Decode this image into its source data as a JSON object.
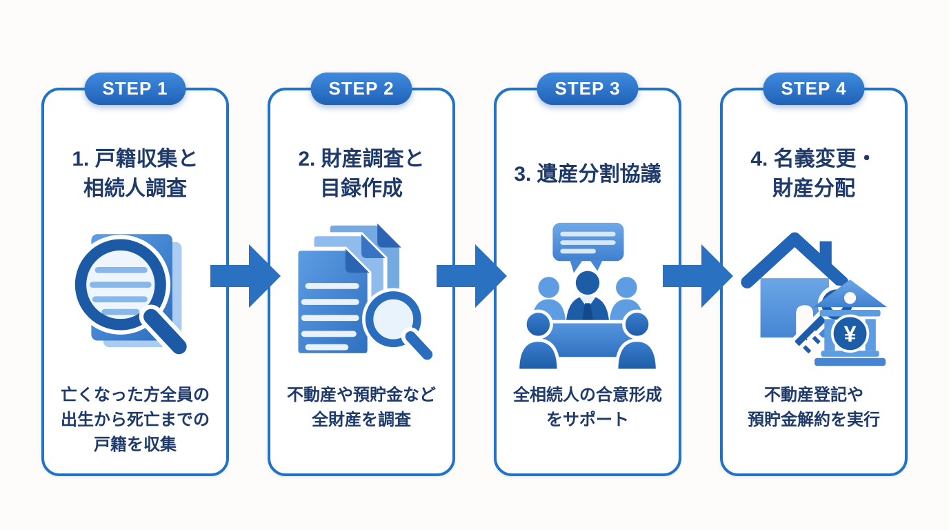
{
  "page": {
    "background_color": "#fdfcfa",
    "accent_color": "#2273c8",
    "text_color": "#1e3a6b",
    "arrow_color": "#2b71c2",
    "arrow_icon": "right-arrow-icon"
  },
  "steps": [
    {
      "badge": "STEP 1",
      "title": "1. 戸籍収集と\n相続人調査",
      "description": "亡くなった方全員の\n出生から死亡までの\n戸籍を収集",
      "icon": "document-magnifier-icon"
    },
    {
      "badge": "STEP 2",
      "title": "2. 財産調査と\n目録作成",
      "description": "不動産や預貯金など\n全財産を調査",
      "icon": "documents-stack-magnifier-icon"
    },
    {
      "badge": "STEP 3",
      "title": "3. 遺産分割協議",
      "description": "全相続人の合意形成\nをサポート",
      "icon": "meeting-discussion-icon"
    },
    {
      "badge": "STEP 4",
      "title": "4. 名義変更・\n財産分配",
      "description": "不動産登記や\n預貯金解約を実行",
      "icon": "house-key-bank-icon",
      "yen_symbol": "¥"
    }
  ]
}
